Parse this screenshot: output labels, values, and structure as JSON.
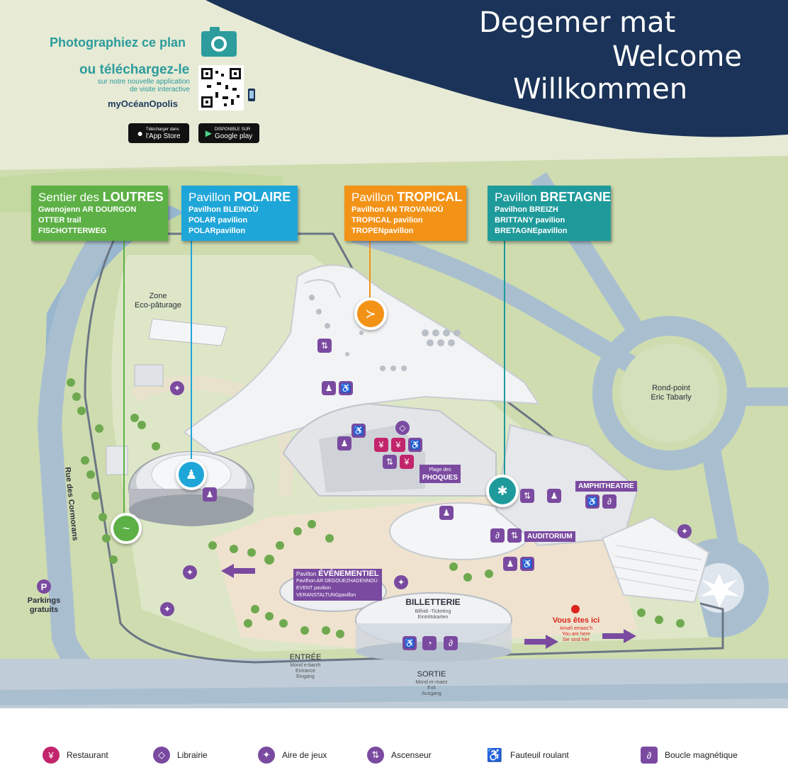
{
  "header": {
    "welcome_lines": [
      "Degemer mat",
      "Welcome",
      "Willkommen"
    ],
    "photo_title": "Photographiez ce plan",
    "download_title": "ou téléchargez-le",
    "download_sub1": "sur notre nouvelle application",
    "download_sub2": "de visite interactive",
    "brand": "myOcéanOpolis",
    "app_store_small": "Télécharger dans",
    "app_store": "l'App Store",
    "google_play_small": "DISPONIBLE SUR",
    "google_play": "Google play"
  },
  "pavilions": [
    {
      "title_prefix": "Sentier des",
      "title_main": "LOUTRES",
      "lines": [
        "Gwenojenn AR DOURGON",
        "OTTER trail",
        "FISCHOTTERWEG"
      ],
      "color": "#5cb045"
    },
    {
      "title_prefix": "Pavillon",
      "title_main": "POLAIRE",
      "lines": [
        "Pavilhon BLEINOÙ",
        "POLAR pavilion",
        "POLARpavillon"
      ],
      "color": "#1fa6d8"
    },
    {
      "title_prefix": "Pavillon",
      "title_main": "TROPICAL",
      "lines": [
        "Pavilhon AN TROVANOÙ",
        "TROPICAL pavilion",
        "TROPENpavillon"
      ],
      "color": "#f29318"
    },
    {
      "title_prefix": "Pavillon",
      "title_main": "BRETAGNE",
      "lines": [
        "Pavilhon BREIZH",
        "BRITTANY pavilion",
        "BRETAGNEpavillon"
      ],
      "color": "#1f9a9b"
    }
  ],
  "map_labels": {
    "zone": "Zone",
    "eco": "Eco-pâturage",
    "rond_point": "Rond-point",
    "eric": "Eric Tabarly",
    "rue": "Rue des Cormorans",
    "parkings": "Parkings",
    "gratuits": "gratuits",
    "plage_small": "Plage des",
    "phoques": "PHOQUES",
    "amphitheatre": "AMPHITHEATRE",
    "auditorium": "AUDITORIUM",
    "evenementiel_prefix": "Pavillon",
    "evenementiel": "ÉVÉNEMENTIEL",
    "evenementiel_lines": [
      "Pavilhon AR DEGOUEZHADENNOÙ",
      "EVENT pavilion",
      "VERANSTALTUNGpavillon"
    ],
    "billetterie": "BILLETTERIE",
    "billetterie_lines": [
      "Bilhidi -Ticketing",
      "Eintrittskarten"
    ],
    "vous_etes_ici": "Vous êtes ici",
    "vous_lines": [
      "Amañ emaoc'h",
      "You are here",
      "Sie sind hier"
    ],
    "entree": "ENTRÉE",
    "entree_lines": [
      "Mond e-barzh",
      "Entrance",
      "Eingang"
    ],
    "sortie": "SORTIE",
    "sortie_lines": [
      "Mond er-maez",
      "Exit",
      "Ausgang"
    ]
  },
  "legend": [
    {
      "label": "Restaurant",
      "icon": "fork-knife-icon",
      "color": "#c2256b"
    },
    {
      "label": "Librairie",
      "icon": "book-icon",
      "color": "#7a4aa0"
    },
    {
      "label": "Aire de jeux",
      "icon": "playground-icon",
      "color": "#7a4aa0"
    },
    {
      "label": "Ascenseur",
      "icon": "elevator-icon",
      "color": "#7a4aa0"
    },
    {
      "label": "Fauteuil roulant",
      "icon": "wheelchair-icon",
      "color": "#7a4aa0"
    },
    {
      "label": "Boucle magnétique",
      "icon": "hearing-loop-icon",
      "color": "#7a4aa0"
    }
  ],
  "colors": {
    "navy": "#1b3358",
    "water": "#8fb2c9",
    "road": "#a9bccb",
    "grass": "#b9d39a",
    "building": "#eef0f2",
    "purple": "#7a4aa0"
  }
}
